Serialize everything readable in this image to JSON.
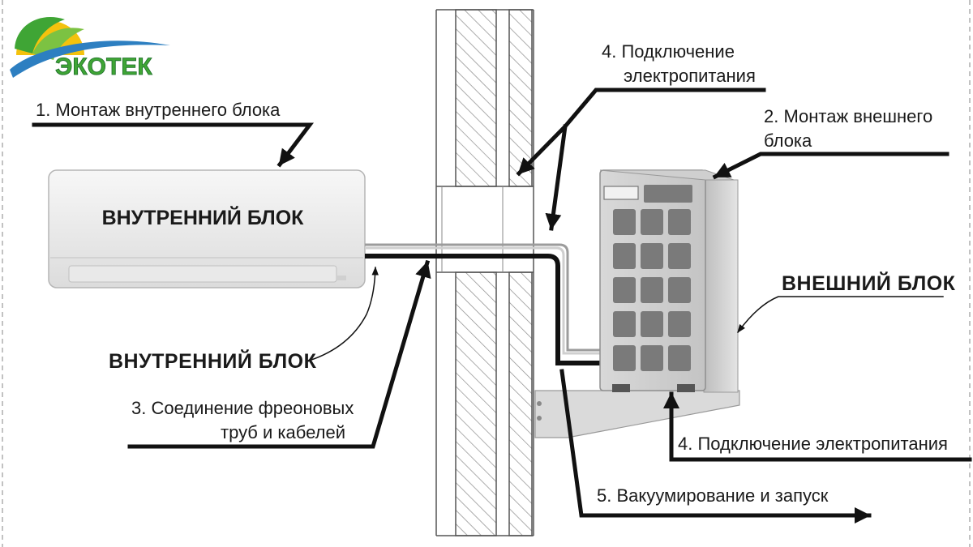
{
  "logo": {
    "text": "ЭКОТЕК",
    "colors": {
      "green": "#3fa535",
      "blue": "#2d7fc1",
      "yellow": "#f4c20d"
    }
  },
  "indoor_unit": {
    "label": "ВНУТРЕННИЙ БЛОК"
  },
  "labels": {
    "step1": "1. Монтаж внутреннего блока",
    "step2_line1": "2. Монтаж внешнего",
    "step2_line2": "блока",
    "step3_line1": "3. Соединение фреоновых",
    "step3_line2": "труб и кабелей",
    "step4_top_line1": "4. Подключение",
    "step4_top_line2": "электропитания",
    "step4_bottom": "4. Подключение электропитания",
    "step5": "5. Вакуумирование и запуск",
    "outdoor_unit": "ВНЕШНИЙ БЛОК",
    "indoor_unit_callout": "ВНУТРЕННИЙ БЛОК"
  }
}
